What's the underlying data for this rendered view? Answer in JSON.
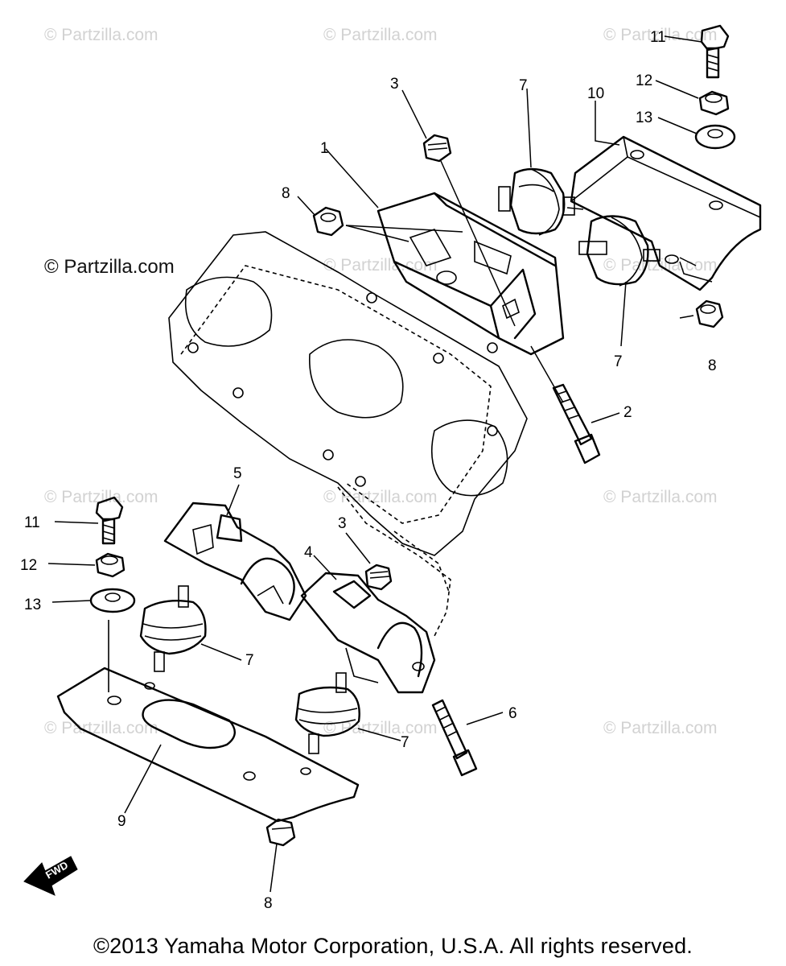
{
  "watermarks": {
    "w1": "© Partzilla.com",
    "w2": "© Partzilla.com",
    "w3": "© Partzilla.com",
    "w4": "© Partzilla.com",
    "w5": "© Partzilla.com",
    "w6": "© Partzilla.com",
    "w7": "© Partzilla.com",
    "w8": "© Partzilla.com",
    "w9": "© Partzilla.com",
    "w10": "© Partzilla.com",
    "w11": "© Partzilla.com",
    "main": "© Partzilla.com"
  },
  "callouts": {
    "c1": "1",
    "c2": "2",
    "c3a": "3",
    "c3b": "3",
    "c4": "4",
    "c5": "5",
    "c6": "6",
    "c7a": "7",
    "c7b": "7",
    "c7c": "7",
    "c7d": "7",
    "c8a": "8",
    "c8b": "8",
    "c8c": "8",
    "c9": "9",
    "c10": "10",
    "c11a": "11",
    "c11b": "11",
    "c12a": "12",
    "c12b": "12",
    "c13a": "13",
    "c13b": "13"
  },
  "fwd_label": "FWD",
  "copyright": "©2013 Yamaha Motor Corporation, U.S.A. All rights reserved."
}
